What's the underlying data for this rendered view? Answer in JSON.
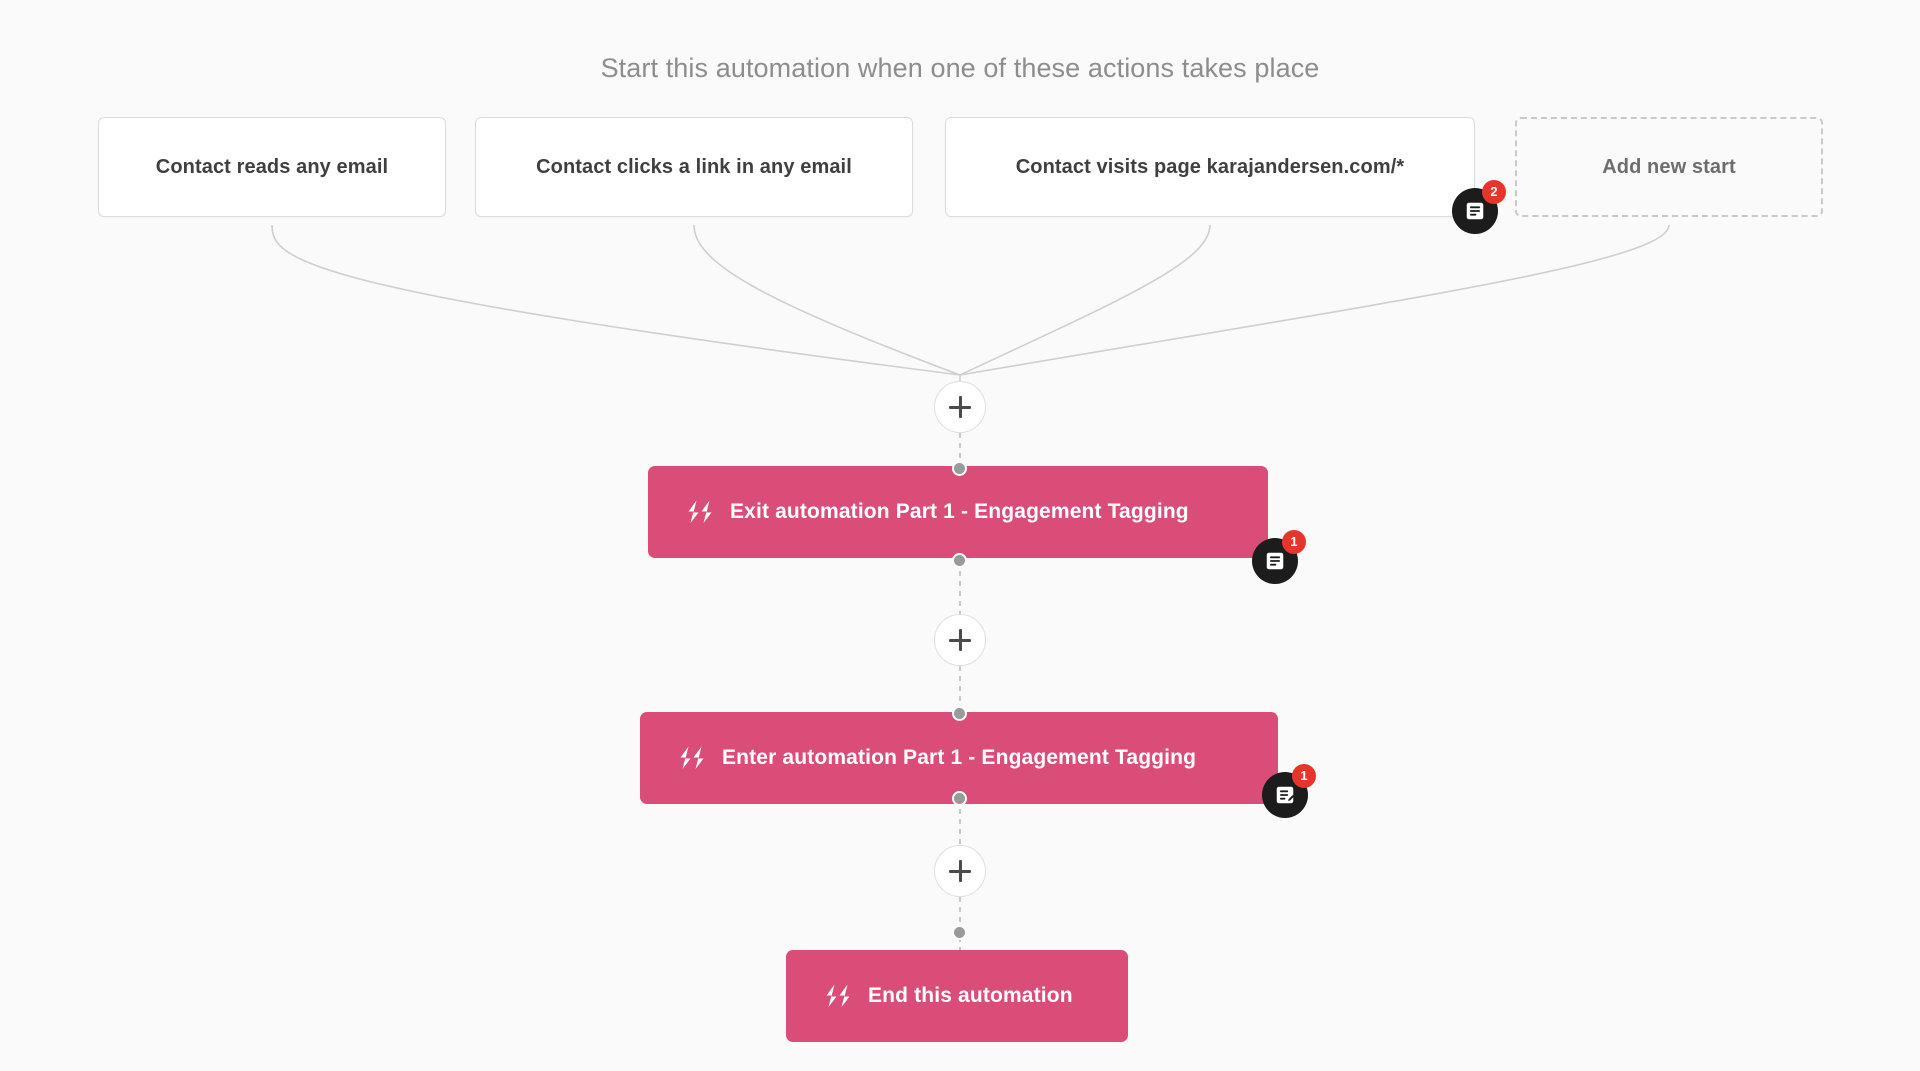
{
  "canvas": {
    "background_color": "#fafafa",
    "accent_color": "#d94d78",
    "badge_color": "#e8352b",
    "note_circle_color": "#1c1c1c",
    "box_border_color": "#dcdcdc",
    "wire_color": "#cfcfcf"
  },
  "header": {
    "caption": "Start this automation when one of these actions takes place"
  },
  "starts": [
    {
      "label": "Contact reads any email",
      "style": "solid",
      "icon": ""
    },
    {
      "label": "Contact clicks a link in any email",
      "style": "solid",
      "icon": ""
    },
    {
      "label": "Contact visits page karajandersen.com/*",
      "style": "solid",
      "icon": ""
    },
    {
      "label": "Add new start",
      "style": "dashed",
      "icon": "add-icon"
    }
  ],
  "nodes": [
    {
      "label": "Exit automation Part 1 - Engagement Tagging",
      "icon": "automation-bolt-icon"
    },
    {
      "label": "Enter automation Part 1 - Engagement Tagging",
      "icon": "automation-bolt-icon"
    },
    {
      "label": "End this automation",
      "icon": "automation-bolt-icon"
    }
  ],
  "note_badges": [
    {
      "target": "start-2",
      "count": "2",
      "icon": "note-icon"
    },
    {
      "target": "node-0",
      "count": "1",
      "icon": "note-icon"
    },
    {
      "target": "node-1",
      "count": "1",
      "icon": "note-edit-icon"
    }
  ],
  "add_buttons": [
    {
      "name": "add-step-after-trigger",
      "icon": "plus-icon"
    },
    {
      "name": "add-step-between-exit-and-enter",
      "icon": "plus-icon"
    },
    {
      "name": "add-step-before-end",
      "icon": "plus-icon"
    }
  ]
}
